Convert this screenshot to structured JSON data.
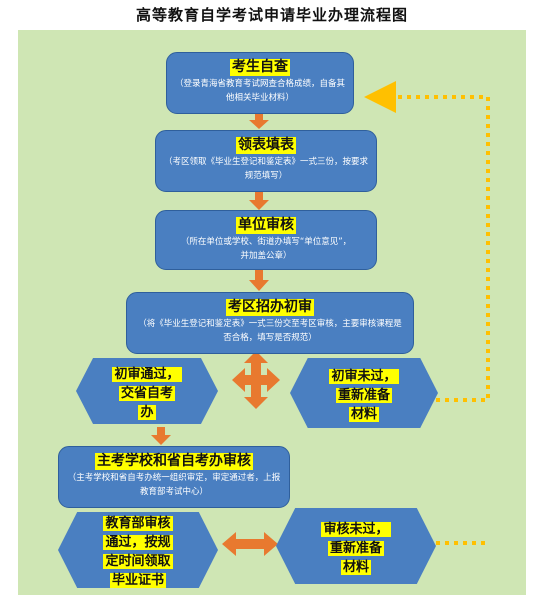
{
  "title": "高等教育自学考试申请毕业办理流程图",
  "steps": [
    {
      "heading": "考生自查",
      "description": "（登录青海省教育考试网查合格成绩，自备其他相关毕业材料）"
    },
    {
      "heading": "领表填表",
      "description": "（考区领取《毕业生登记和鉴定表》一式三份，按要求规范填写）"
    },
    {
      "heading": "单位审核",
      "description": "（所在单位或学校、街道办填写“单位意见”，并加盖公章）"
    },
    {
      "heading": "考区招办初审",
      "description": "（将《毕业生登记和鉴定表》一式三份交至考区审核，主要审核课程是否合格，填写是否规范）"
    },
    {
      "heading": "主考学校和省自考办审核",
      "description": "（主考学校和省自考办统一组织审定，审定通过者，上报教育部考试中心）"
    }
  ],
  "outcomes": {
    "first_pass_line1": "初审通过，",
    "first_pass_line2": "交省自考",
    "first_pass_line3": "办",
    "first_fail_line1": "初审未过，",
    "first_fail_line2": "重新准备",
    "first_fail_line3": "材料",
    "final_pass_line1": "教育部审核",
    "final_pass_line2": "通过，按规",
    "final_pass_line3": "定时间领取",
    "final_pass_line4": "毕业证书",
    "final_fail_line1": "审核未过，",
    "final_fail_line2": "重新准备",
    "final_fail_line3": "材料"
  },
  "colors": {
    "panel": "#cfe6b4",
    "box": "#4a7fc1",
    "highlight": "#ffff00",
    "arrow": "#e8792f",
    "loop": "#ffc000"
  }
}
